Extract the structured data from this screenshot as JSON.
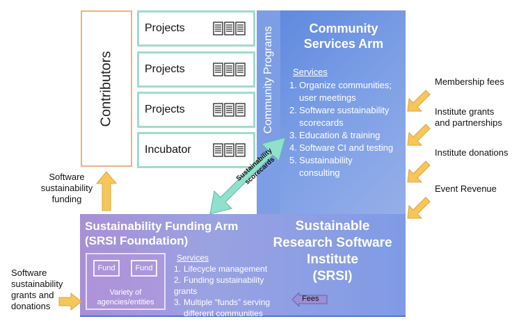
{
  "contributors": {
    "label": "Contributors"
  },
  "projects": [
    {
      "label": "Projects"
    },
    {
      "label": "Projects"
    },
    {
      "label": "Projects"
    },
    {
      "label": "Incubator"
    }
  ],
  "community_programs": {
    "label": "Community Programs"
  },
  "community_services_arm": {
    "title_line1": "Community",
    "title_line2": "Services Arm",
    "services_heading": "Services",
    "items": [
      {
        "num": "1.",
        "line1": "Organize communities;",
        "line2": "user meetings"
      },
      {
        "num": "2.",
        "line1": "Software sustainability",
        "line2": "scorecards"
      },
      {
        "num": "3.",
        "line1": "Education & training",
        "line2": ""
      },
      {
        "num": "4.",
        "line1": "Software CI and testing",
        "line2": ""
      },
      {
        "num": "5.",
        "line1": "Sustainability",
        "line2": "consulting"
      }
    ]
  },
  "scorecards_arrow": {
    "line1": "Sustainability",
    "line2": "scorecards"
  },
  "funding_arm": {
    "title_line1": "Sustainability Funding Arm",
    "title_line2": "(SRSI Foundation)",
    "fund1": "Fund",
    "fund2": "Fund",
    "variety_line1": "Variety of",
    "variety_line2": "agencies/entities",
    "services_heading": "Services",
    "items": [
      {
        "num": "1.",
        "line1": "Lifecycle management",
        "line2": ""
      },
      {
        "num": "2.",
        "line1": "Funding sustainability grants",
        "line2": ""
      },
      {
        "num": "3.",
        "line1": "Multiple “funds” serving",
        "line2": "different communities"
      }
    ]
  },
  "srsi": {
    "line1": "Sustainable",
    "line2": "Research Software",
    "line3": "Institute",
    "line4": "(SRSI)"
  },
  "fees": {
    "label": "Fees"
  },
  "left_inputs": {
    "funding_line1": "Software",
    "funding_line2": "sustainability",
    "funding_line3": "funding",
    "grants_line1": "Software",
    "grants_line2": "sustainability",
    "grants_line3": "grants and",
    "grants_line4": "donations"
  },
  "right_inputs": [
    {
      "line1": "Membership fees",
      "line2": ""
    },
    {
      "line1": "Institute grants",
      "line2": "and partnerships"
    },
    {
      "line1": "Institute donations",
      "line2": ""
    },
    {
      "line1": "Event Revenue",
      "line2": ""
    }
  ],
  "colors": {
    "arrow_yellow": "#f7c65a",
    "arrow_teal": "#8fe0cc",
    "project_border": "#9fdccb",
    "contributors_border": "#f0b27a",
    "blue_fill": "#6f93e2",
    "purple_fill": "#a88fd6"
  },
  "icons": {
    "project_docs": "documents-icon",
    "arrow": "block-arrow-icon"
  }
}
